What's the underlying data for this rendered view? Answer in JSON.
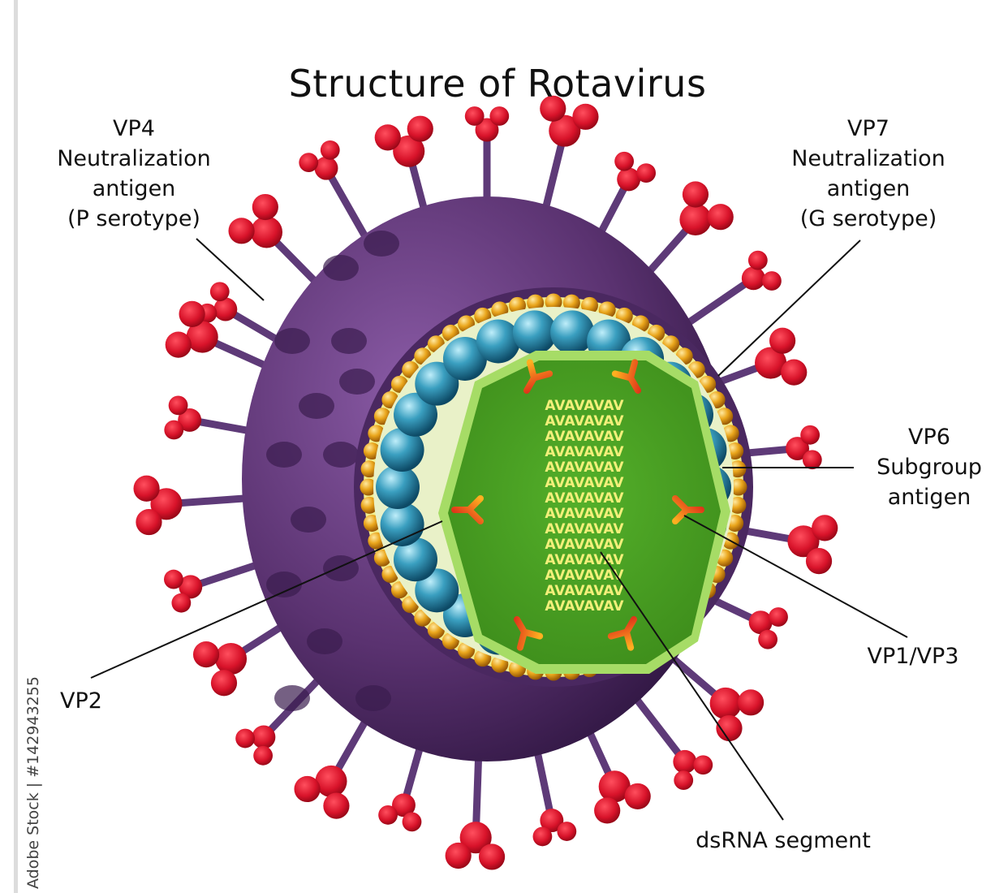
{
  "title": "Structure of Rotavirus",
  "labels": {
    "vp4": [
      "VP4",
      "Neutralization",
      "antigen",
      "(P serotype)"
    ],
    "vp7": [
      "VP7",
      "Neutralization",
      "antigen",
      "(G serotype)"
    ],
    "vp6": [
      "VP6",
      "Subgroup",
      "antigen"
    ],
    "vp2": "VP2",
    "vp1_vp3": "VP1/VP3",
    "dsrna": "dsRNA segment"
  },
  "credit": "Adobe Stock | #142943255",
  "rna_text": "AVAVAVAV",
  "colors": {
    "outer_shell": "#5a3270",
    "spikes": "#d8132a",
    "bead_layer": "#e8a81e",
    "inner_band": "#f2ee8e",
    "vp6_beads": "#2f8aa8",
    "core": "#6cc03a",
    "rna": "#f3f07a",
    "polymerase": "#e0261c"
  }
}
